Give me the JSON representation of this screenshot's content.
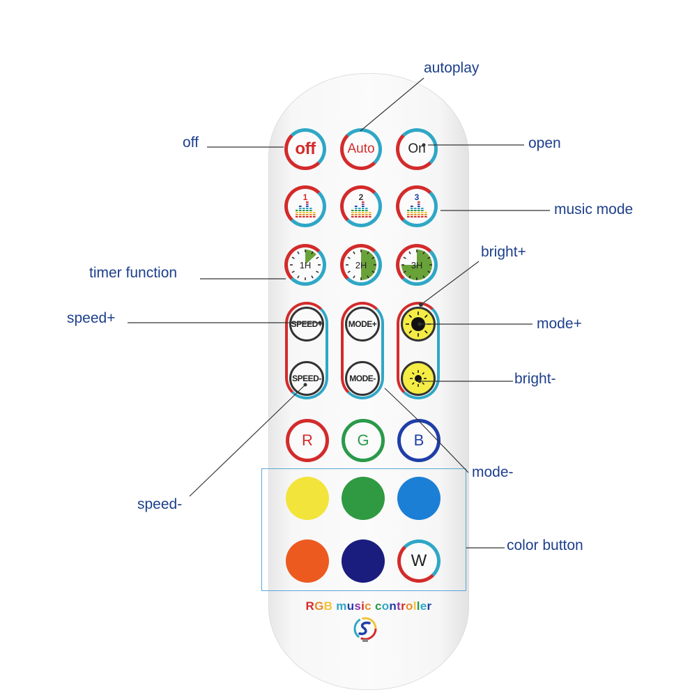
{
  "remote": {
    "rows": {
      "power": [
        {
          "name": "off-button",
          "label": "off",
          "color": "#d32b2b"
        },
        {
          "name": "auto-button",
          "label": "Auto",
          "color": "#d32b2b"
        },
        {
          "name": "on-button",
          "label": "On",
          "color": "#222222"
        }
      ],
      "music": [
        {
          "name": "music-mode-1-button",
          "label": "1"
        },
        {
          "name": "music-mode-2-button",
          "label": "2"
        },
        {
          "name": "music-mode-3-button",
          "label": "3"
        }
      ],
      "timer": [
        {
          "name": "timer-1h-button",
          "label": "1H"
        },
        {
          "name": "timer-2h-button",
          "label": "2H"
        },
        {
          "name": "timer-3h-button",
          "label": "3H"
        }
      ],
      "speed_plus": "SPEED+",
      "speed_minus": "SPEED-",
      "mode_plus": "MODE+",
      "mode_minus": "MODE-",
      "rgb": [
        {
          "name": "r-button",
          "label": "R",
          "color": "#d32b2b"
        },
        {
          "name": "g-button",
          "label": "G",
          "color": "#2a9a4a"
        },
        {
          "name": "b-button",
          "label": "B",
          "color": "#1f3fa8"
        }
      ],
      "colors": [
        {
          "name": "yellow-color-button",
          "color": "#f2e43a"
        },
        {
          "name": "green-color-button",
          "color": "#2f9a42"
        },
        {
          "name": "blue-color-button",
          "color": "#1c7fd6"
        },
        {
          "name": "orange-color-button",
          "color": "#ec5a1f"
        },
        {
          "name": "navy-color-button",
          "color": "#1a1c7e"
        }
      ],
      "white": {
        "label": "W"
      }
    },
    "brand_text": "RGB music controller"
  },
  "callouts": {
    "autoplay": "autoplay",
    "off": "off",
    "open": "open",
    "music_mode": "music mode",
    "bright_plus": "bright+",
    "timer_function": "timer function",
    "speed_plus": "speed+",
    "mode_plus": "mode+",
    "bright_minus": "bright-",
    "mode_minus": "mode-",
    "speed_minus": "speed-",
    "color_button": "color button"
  },
  "colors": {
    "callout_text": "#1d3f8c",
    "leader_line": "#333333"
  }
}
